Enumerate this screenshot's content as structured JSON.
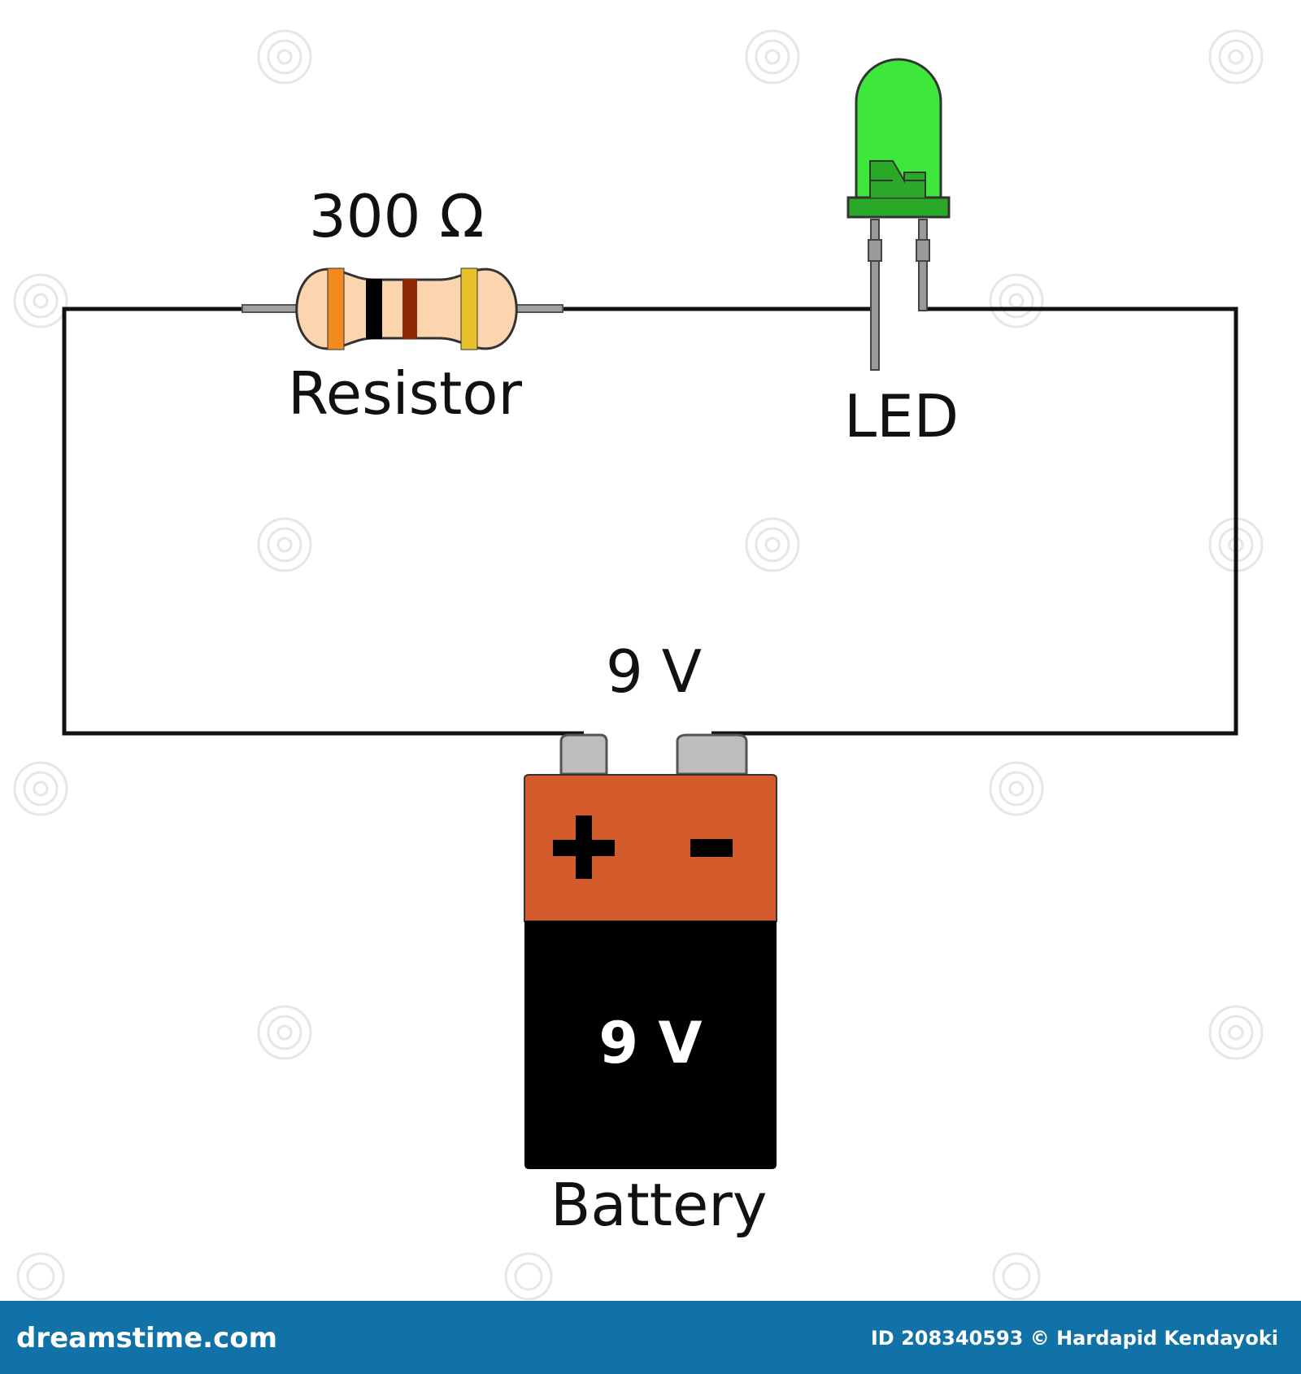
{
  "diagram": {
    "resistor": {
      "value": "300 Ω",
      "label": "Resistor",
      "band_colors": [
        "#f28a1e",
        "#000000",
        "#8b2a05",
        "#e7c22a"
      ],
      "body_color": "#fad5ad"
    },
    "led": {
      "label": "LED",
      "color": "#3ee83a",
      "base_color": "#2aa828"
    },
    "battery": {
      "voltage_label": "9 V",
      "face_label": "9 V",
      "label": "Battery",
      "plus_symbol": "+",
      "minus_symbol": "−",
      "top_color": "#d45c2c",
      "bottom_color": "#000000"
    },
    "wire_color": "#111111"
  },
  "watermark": {
    "site": "dreamstime.com",
    "credit": "ID 208340593 © Hardapid Kendayoki",
    "bar_color": "#1172a8"
  }
}
